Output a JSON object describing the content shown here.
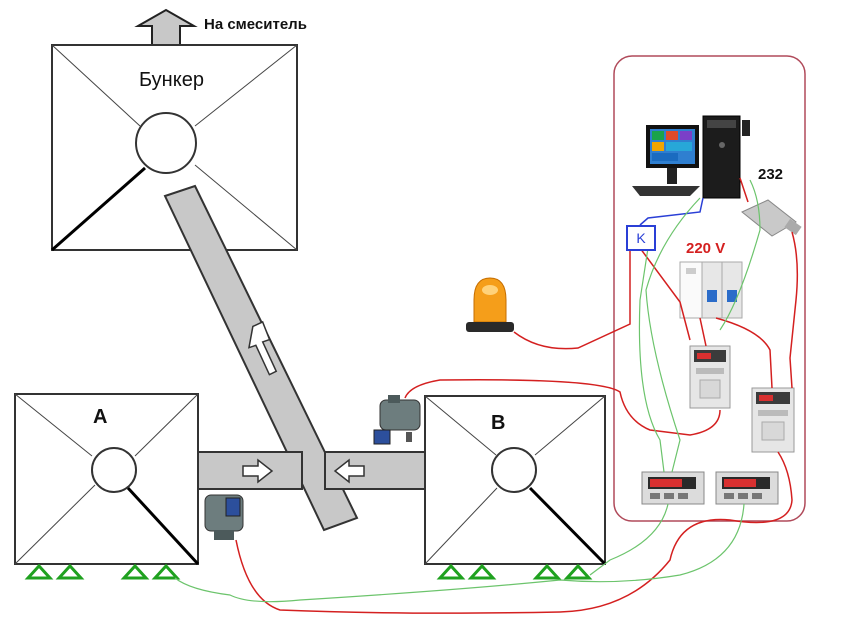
{
  "labels": {
    "outlet": "На смеситель",
    "bunker": "Бункер",
    "hopper_a": "A",
    "hopper_b": "B",
    "interface": "232",
    "voltage": "220 V",
    "relay": "K"
  },
  "colors": {
    "outline": "#222222",
    "conveyor_fill": "#c8c8c8",
    "power_line": "#d42020",
    "signal_line": "#6cc46c",
    "relay_line": "#2a3fd6",
    "load_cell": "#1fa11f",
    "cabinet_border": "#b04a5a"
  },
  "icons": [
    "bunker-hopper",
    "hopper-a",
    "hopper-b",
    "inclined-conveyor",
    "conveyor-a",
    "conveyor-b",
    "motor-conveyor-a",
    "motor-conveyor-b",
    "warning-beacon",
    "computer-pc",
    "rs232-converter",
    "circuit-breaker",
    "frequency-drive-1",
    "frequency-drive-2",
    "weight-controller-1",
    "weight-controller-2",
    "load-cell",
    "up-arrow-outlet"
  ]
}
